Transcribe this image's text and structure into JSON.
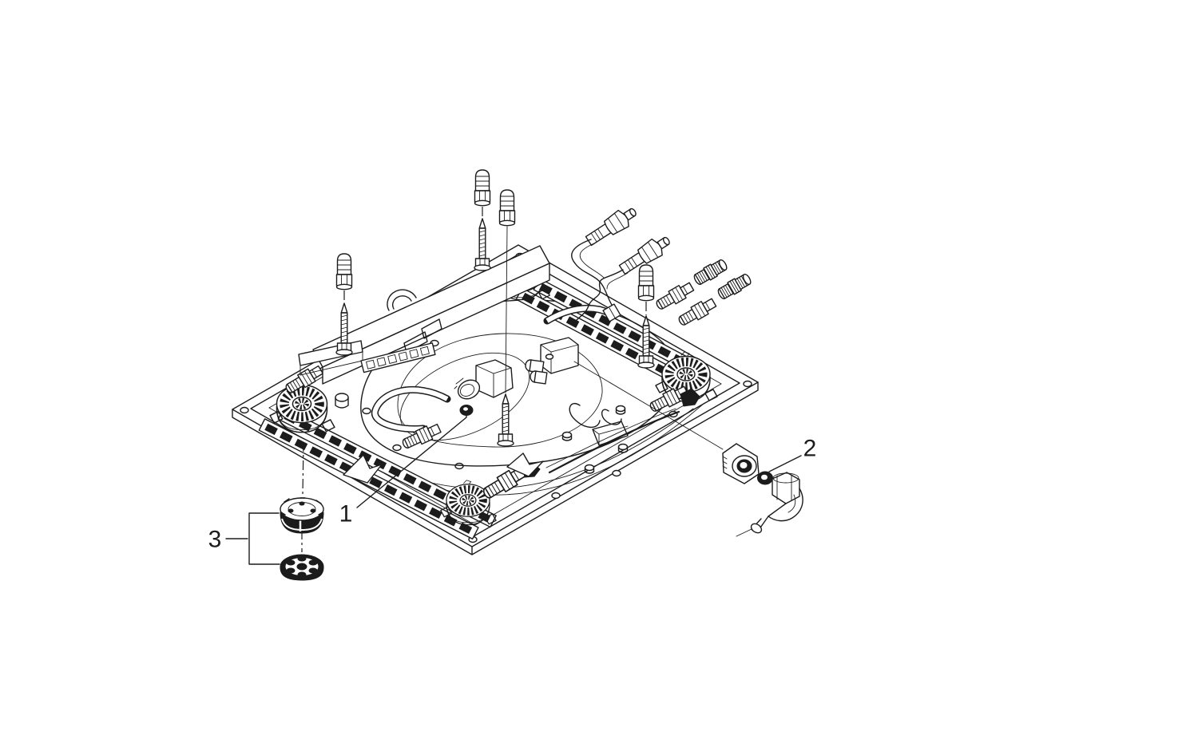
{
  "page": {
    "background": "#ffffff"
  },
  "diagram": {
    "type": "exploded-parts-diagram",
    "line_color": "#1c1c1c",
    "background": "#ffffff",
    "callouts": [
      {
        "label": "1",
        "part": "seal-grommet"
      },
      {
        "label": "2",
        "part": "seal-washer"
      },
      {
        "label": "3",
        "part": "cap-and-strainer-disc"
      }
    ]
  }
}
